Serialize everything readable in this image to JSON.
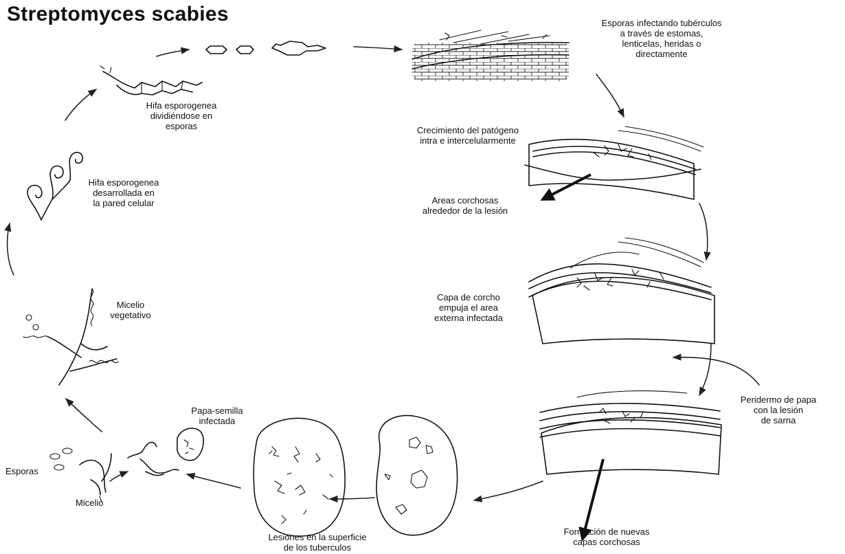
{
  "title": "Streptomyces scabies",
  "labels": {
    "spores_infecting": [
      "Esporas infectando tubérculos",
      "a través de estomas,",
      "lenticelas, heridas o",
      "directamente"
    ],
    "pathogen_growth": [
      "Crecimiento del patógeno",
      "intra e intercelularmente"
    ],
    "cork_areas": [
      "Areas corchosas",
      "alrededor de la lesión"
    ],
    "cork_layer": [
      "Capa de corcho",
      "empuja el area",
      "externa infectada"
    ],
    "periderm": [
      "Peridermo de papa",
      "con la lesión",
      "de sarna"
    ],
    "new_cork_layers": [
      "Formación de nuevas",
      "capas corchosas"
    ],
    "surface_lesions": [
      "Lesiones en la superficie",
      "de los tuberculos"
    ],
    "seed_potato": [
      "Papa-semilla",
      "infectada"
    ],
    "spores": [
      "Esporas"
    ],
    "mycelium": [
      "Micelio"
    ],
    "vegetative_mycelium": [
      "Micelio",
      "vegetativo"
    ],
    "sporogenous_hypha_wall": [
      "Hifa esporogenea",
      "desarrollada en",
      "la pared celular"
    ],
    "sporogenous_hypha_dividing": [
      "Hifa esporogenea",
      "dividiéndose en",
      "esporas"
    ]
  },
  "colors": {
    "ink": "#111111",
    "background": "#ffffff"
  }
}
